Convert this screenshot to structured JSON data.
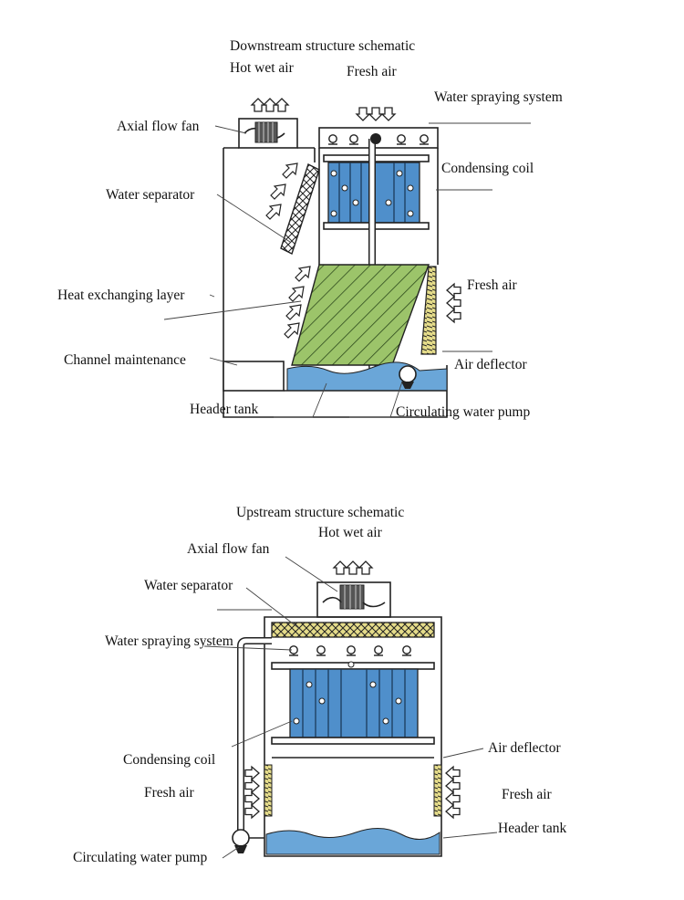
{
  "diagrams": {
    "downstream": {
      "title": "Downstream structure schematic",
      "hot_wet_air": "Hot wet air",
      "fresh_air_top": "Fresh air",
      "water_spraying_system": "Water spraying system",
      "axial_flow_fan": "Axial flow fan",
      "condensing_coil": "Condensing coil",
      "water_separator": "Water separator",
      "heat_exchanging_layer": "Heat exchanging layer",
      "fresh_air_side": "Fresh air",
      "channel_maintenance": "Channel maintenance",
      "air_deflector": "Air deflector",
      "header_tank": "Header tank",
      "circulating_water_pump": "Circulating water pump"
    },
    "upstream": {
      "title": "Upstream structure schematic",
      "hot_wet_air": "Hot wet air",
      "axial_flow_fan": "Axial flow fan",
      "water_separator": "Water separator",
      "water_spraying_system": "Water spraying system",
      "condensing_coil": "Condensing coil",
      "air_deflector": "Air deflector",
      "fresh_air_left": "Fresh air",
      "fresh_air_right": "Fresh air",
      "header_tank": "Header tank",
      "circulating_water_pump": "Circulating water pump"
    }
  },
  "colors": {
    "coil_blue": "#4f8fcb",
    "water_blue": "#6aa6d8",
    "fill_green": "#9cc46a",
    "separator_yellow": "#e5dc8a"
  }
}
